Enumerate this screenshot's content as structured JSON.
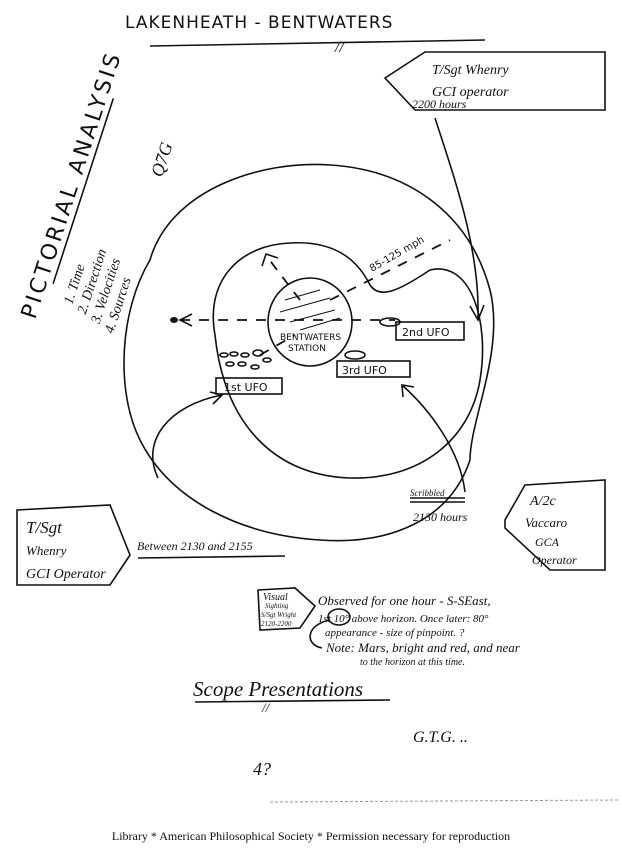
{
  "header": {
    "title": "LAKENHEATH - BENTWATERS",
    "title_mark": "//"
  },
  "side_title": "PICTORIAL ANALYSIS",
  "side_list": [
    "1. Time",
    "2. Direction",
    "3. Velocities",
    "4. Sources"
  ],
  "code": "Q7G",
  "top_right_box": {
    "line1": "T/Sgt Whenry",
    "line2": "GCI operator"
  },
  "top_time": "2200 hours",
  "diagram": {
    "station": [
      "BENTWATERS",
      "STATION"
    ],
    "speed": "85-125 mph",
    "ufo1": "1st UFO",
    "ufo2": "2nd UFO",
    "ufo3": "3rd UFO"
  },
  "left_box": {
    "line1": "T/Sgt",
    "line2": "Whenry",
    "line3": "GCI Operator"
  },
  "between": "Between 2130 and 2155",
  "right_time_above": "Scribbled",
  "right_time": "2130 hours",
  "right_box": {
    "line1": "A/2c",
    "line2": "Vaccaro",
    "line3": "GCA",
    "line4": "Operator"
  },
  "visual_box": {
    "line1": "Visual",
    "line2": "Sighting",
    "line3": "S/Sgt Wright",
    "line4": "2120-2200"
  },
  "notes": [
    "Observed for one hour - S-SEast,",
    "1st 10° above horizon. Once later: 80°",
    "appearance - size of pinpoint. ?",
    "Note: Mars, bright and red, and near",
    "to the horizon at this time."
  ],
  "scope": {
    "label": "Scope Presentations",
    "mark": "//"
  },
  "initials": "G.T.G. ..",
  "page_mark": "4?",
  "footer": "Library * American Philosophical Society * Permission necessary for reproduction"
}
